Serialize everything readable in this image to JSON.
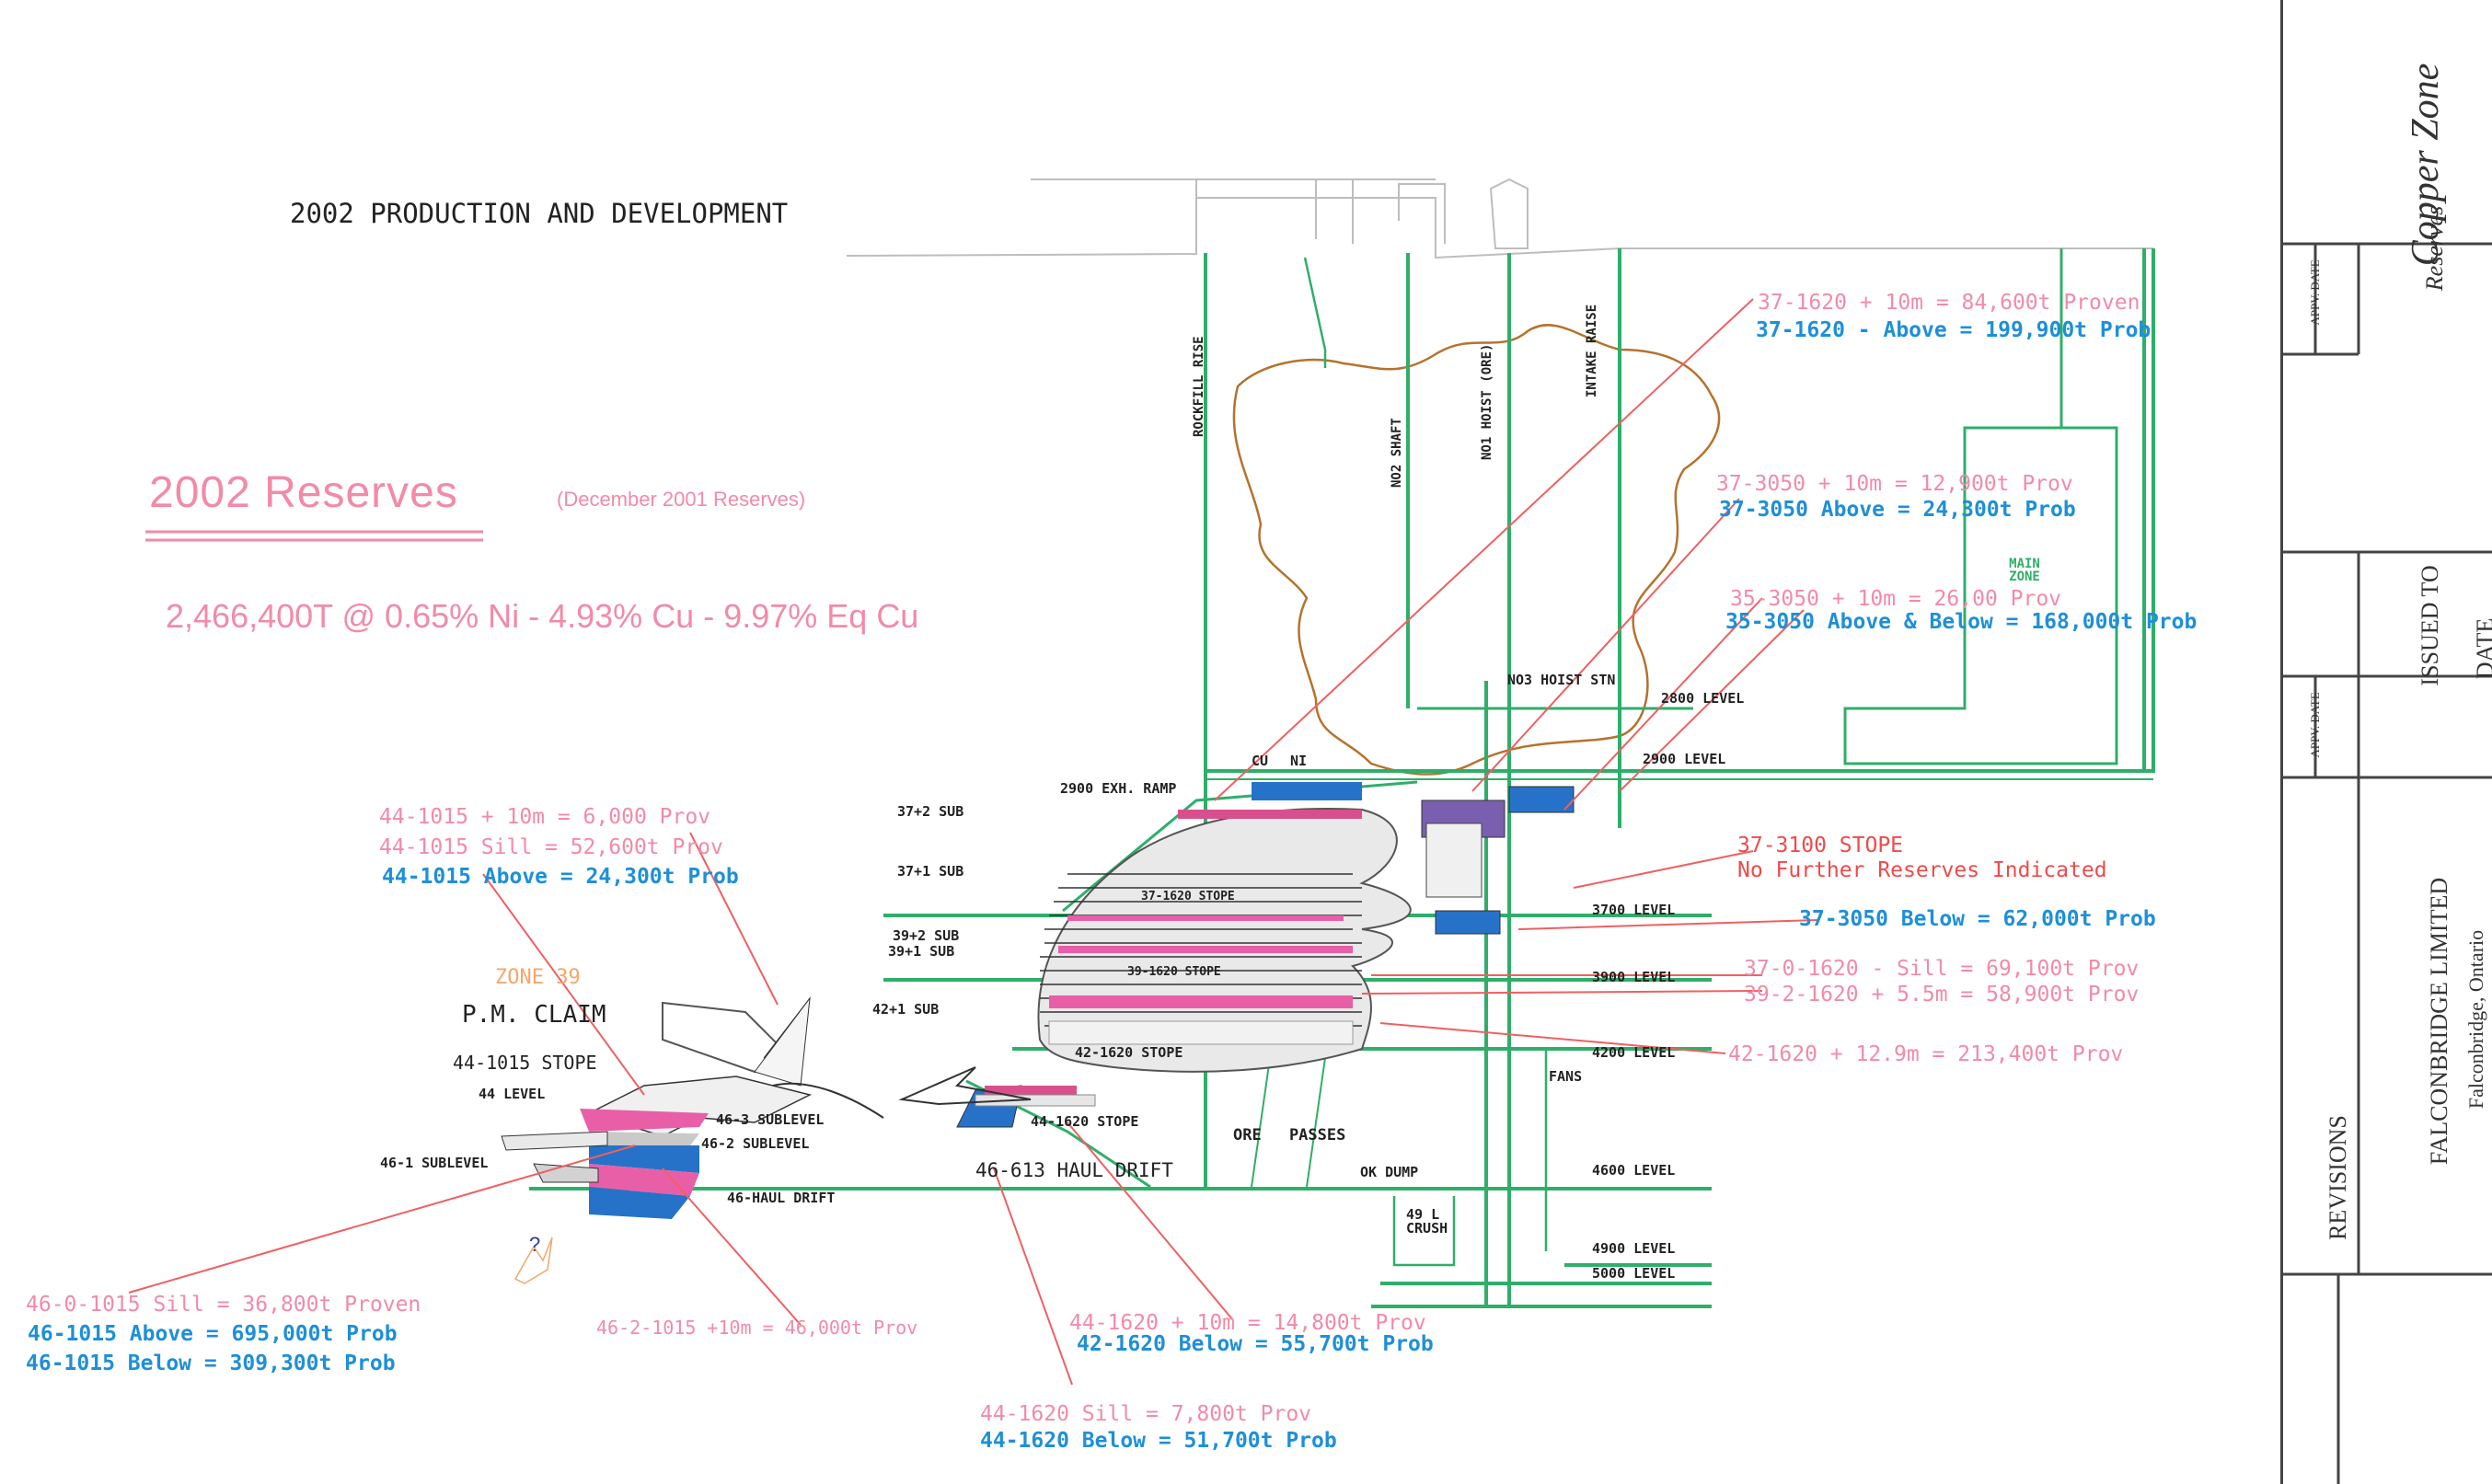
{
  "title": "2002 PRODUCTION AND DEVELOPMENT",
  "reserves": {
    "heading": "2002 Reserves",
    "subheading": "(December 2001 Reserves)",
    "summary": "2,466,400T @ 0.65% Ni - 4.93% Cu - 9.97% Eq Cu"
  },
  "surface_labels": {
    "rockfill_rise": "ROCKFILL RISE",
    "no2_shaft": "NO2 SHAFT",
    "no1_hoist": "NO1 HOIST (ORE)",
    "intake_raise": "INTAKE RAISE",
    "main_zone": "MAIN ZONE",
    "no3_hoist_stn": "NO3 HOIST STN",
    "cu": "CU",
    "ni": "NI",
    "fans": "FANS",
    "ore_passes": "ORE PASSES",
    "ok_dump": "OK DUMP",
    "crush": "49 L CRUSH",
    "exh_ramp": "2900 EXH. RAMP"
  },
  "levels": [
    {
      "name": "2800 LEVEL",
      "color": "#2fae6a"
    },
    {
      "name": "2900 LEVEL",
      "color": "#2fae6a"
    },
    {
      "name": "3700 LEVEL",
      "color": "#2fae6a"
    },
    {
      "name": "3900 LEVEL",
      "color": "#2fae6a"
    },
    {
      "name": "4200 LEVEL",
      "color": "#2fae6a"
    },
    {
      "name": "4600 LEVEL",
      "color": "#2fae6a"
    },
    {
      "name": "4900 LEVEL",
      "color": "#2fae6a"
    },
    {
      "name": "5000 LEVEL",
      "color": "#2fae6a"
    }
  ],
  "sublevels": {
    "s37_2": "37+2 SUB",
    "s37_1": "37+1 SUB",
    "s39_2": "39+2 SUB",
    "s39_1": "39+1 SUB",
    "s42_1": "42+1 SUB"
  },
  "stopes": {
    "st37_1620": "37-1620 STOPE",
    "st39_1620": "39-1620 STOPE",
    "st42_1620": "42-1620 STOPE",
    "st44_1620": "44-1620 STOPE",
    "haul_46_613": "46-613 HAUL DRIFT",
    "zone39": "ZONE 39",
    "pm_claim": "P.M. CLAIM",
    "st44_1015": "44-1015 STOPE",
    "l44": "44 LEVEL",
    "sl46_3": "46-3 SUBLEVEL",
    "sl46_2": "46-2 SUBLEVEL",
    "sl46_1": "46-1 SUBLEVEL",
    "haul_46": "46-HAUL DRIFT",
    "question": "?"
  },
  "reserve_notes": {
    "r37_1620_proven": "37-1620 + 10m = 84,600t Proven",
    "r37_1620_prob": "37-1620 - Above = 199,900t Prob",
    "r37_3050_prov": "37-3050 + 10m = 12,900t Prov",
    "r37_3050_prob": "37-3050 Above = 24,300t Prob",
    "r35_3050_prov": "35-3050 + 10m = 26,00 Prov",
    "r35_3050_prob": "35-3050 Above & Below = 168,000t Prob",
    "r37_3100_title": "37-3100 STOPE",
    "r37_3100_note": "No Further Reserves Indicated",
    "r37_3050_below": "37-3050 Below = 62,000t Prob",
    "r37_0_1620": "37-0-1620 - Sill = 69,100t Prov",
    "r39_2_1620": "39-2-1620 + 5.5m = 58,900t Prov",
    "r42_1620": "42-1620 + 12.9m = 213,400t Prov",
    "r44_1015_10m": "44-1015 + 10m = 6,000 Prov",
    "r44_1015_sill": "44-1015 Sill = 52,600t Prov",
    "r44_1015_above": "44-1015 Above = 24,300t Prob",
    "r46_0_1015": "46-0-1015 Sill = 36,800t Proven",
    "r46_1015_above": "46-1015 Above = 695,000t Prob",
    "r46_1015_below": "46-1015 Below = 309,300t Prob",
    "r46_2_1015": "46-2-1015 +10m = 46,000t Prov",
    "r44_1620_10m": "44-1620 + 10m = 14,800t Prov",
    "r42_1620_below": "42-1620 Below = 55,700t Prob",
    "r44_1620_sill": "44-1620 Sill = 7,800t Prov",
    "r44_1620_below": "44-1620 Below = 51,700t Prob"
  },
  "title_block": {
    "project": "Copper Zone",
    "subtitle": "Reserves",
    "company": "FALCONBRIDGE LIMITED",
    "location": "Falconbridge, Ontario",
    "revisions": "REVISIONS",
    "issued_to": "ISSUED TO",
    "date": "DATE",
    "appv_date_1": "APPV. DATE",
    "appv_date_2": "APPV. DATE"
  },
  "colors": {
    "green": "#2fae6a",
    "pink": "#f28aa8",
    "blue": "#1e8fd8",
    "red": "#ef4a4a",
    "brown": "#b5722e"
  }
}
